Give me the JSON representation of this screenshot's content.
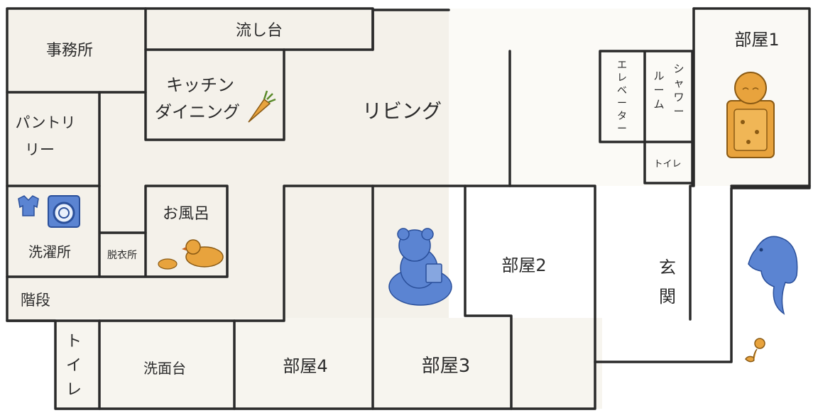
{
  "rooms": {
    "office": "事務所",
    "sink": "流し台",
    "kitchen_line1": "キッチン",
    "kitchen_line2": "ダイニング",
    "living": "リビング",
    "pantry_line1": "パントリ",
    "pantry_line2": "リー",
    "laundry": "洗濯所",
    "dressing": "脱衣所",
    "bath": "お風呂",
    "stairs": "階段",
    "toilet_left": [
      "ト",
      "イ",
      "レ"
    ],
    "washbasin": "洗面台",
    "room4": "部屋4",
    "room3": "部屋3",
    "room2": "部屋2",
    "room1": "部屋1",
    "elevator": [
      "エ",
      "レ",
      "ベ",
      "ー",
      "タ",
      "ー"
    ],
    "shower_room_col1": [
      "ル",
      "ー",
      "ム"
    ],
    "shower_room_col2": [
      "シ",
      "ャ",
      "ワ",
      "ー"
    ],
    "toilet_small": "トイレ",
    "entrance": [
      "玄",
      "関"
    ]
  },
  "icons": [
    "shirt-icon",
    "washing-machine-icon",
    "carrot-icon",
    "rubber-duck-icon",
    "bear-reading-icon",
    "child-in-bed-icon",
    "dolphin-icon",
    "flower-icon"
  ],
  "colors": {
    "wall": "#2a2a2a",
    "floor_beige": "#f4f1ea",
    "floor_white": "#ffffff",
    "accent_blue": "#5b84d2",
    "accent_orange": "#e8a33d"
  }
}
